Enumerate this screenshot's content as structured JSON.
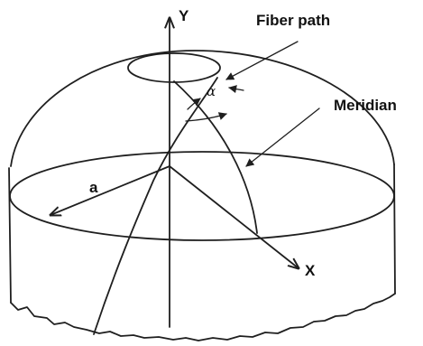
{
  "labels": {
    "y_axis": "Y",
    "x_axis": "X",
    "fiber_path": "Fiber path",
    "meridian": "Meridian",
    "radius": "a",
    "angle": "α"
  },
  "colors": {
    "ink": "#1f1f1f",
    "background": "#ffffff"
  }
}
